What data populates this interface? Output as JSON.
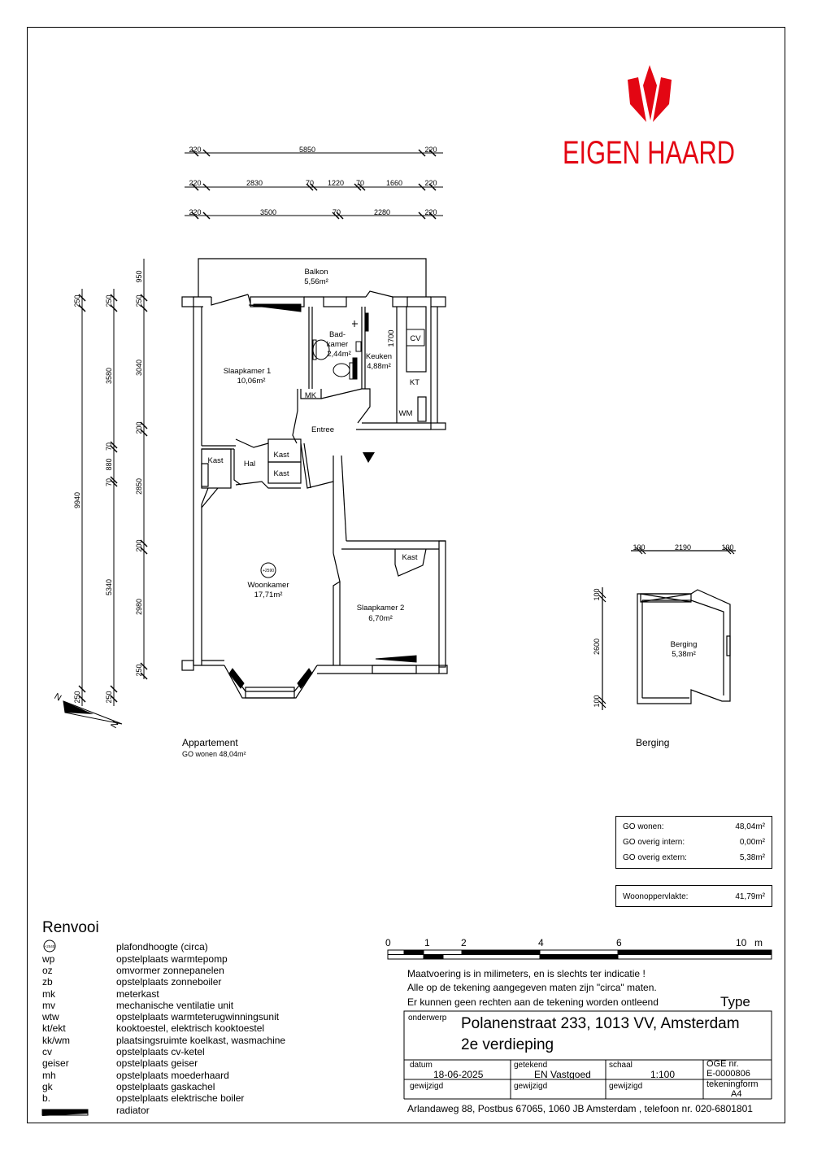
{
  "logo": {
    "text": "EIGEN HAARD",
    "color": "#e30613"
  },
  "dimensions": {
    "top_row1": [
      "220",
      "5850",
      "220"
    ],
    "top_row2": [
      "220",
      "2830",
      "70",
      "1220",
      "70",
      "1660",
      "220"
    ],
    "top_row3": [
      "220",
      "3500",
      "70",
      "2280",
      "220"
    ],
    "left_col1": [
      "250",
      "9940",
      "250"
    ],
    "left_col2": [
      "250",
      "3580",
      "70",
      "880",
      "70",
      "5340",
      "250"
    ],
    "left_col3": [
      "950",
      "250",
      "3040",
      "200",
      "2850",
      "200",
      "2980",
      "250"
    ],
    "kitchen": "1700",
    "berging_top": [
      "100",
      "2190",
      "100"
    ],
    "berging_left": [
      "100",
      "2600",
      "100"
    ]
  },
  "rooms": {
    "balkon": {
      "name": "Balkon",
      "area": "5,56m²"
    },
    "slaapkamer1": {
      "name": "Slaapkamer 1",
      "area": "10,06m²"
    },
    "badkamer": {
      "name1": "Bad-",
      "name2": "kamer",
      "area": "2,44m²"
    },
    "keuken": {
      "name": "Keuken",
      "area": "4,88m²"
    },
    "cv": "CV",
    "kt": "KT",
    "wm": "WM",
    "mk": "MK",
    "entree": "Entree",
    "kast1": "Kast",
    "kast2": "Kast",
    "kast3": "Kast",
    "kast4": "Kast",
    "hal": "Hal",
    "ceiling": "+2590",
    "woonkamer": {
      "name": "Woonkamer",
      "area": "17,71m²"
    },
    "slaapkamer2": {
      "name": "Slaapkamer 2",
      "area": "6,70m²"
    },
    "berging": {
      "name": "Berging",
      "area": "5,38m²"
    }
  },
  "labels": {
    "appartement": "Appartement",
    "go_wonen_line": "GO wonen 48,04m²",
    "berging": "Berging"
  },
  "areas_box": [
    {
      "label": "GO wonen:",
      "value": "48,04m²"
    },
    {
      "label": "GO overig intern:",
      "value": "0,00m²"
    },
    {
      "label": "GO overig extern:",
      "value": "5,38m²"
    }
  ],
  "woonoppervlakte": {
    "label": "Woonoppervlakte:",
    "value": "41,79m²"
  },
  "north": {
    "n1": "N",
    "n2": "N"
  },
  "renvooi": {
    "title": "Renvooi",
    "items": [
      {
        "code": "+2540",
        "desc": "plafondhoogte (circa)",
        "icon": "circle-icon"
      },
      {
        "code": "wp",
        "desc": "opstelplaats warmtepomp"
      },
      {
        "code": "oz",
        "desc": "omvormer zonnepanelen"
      },
      {
        "code": "zb",
        "desc": "opstelplaats zonneboiler"
      },
      {
        "code": "mk",
        "desc": "meterkast"
      },
      {
        "code": "mv",
        "desc": "mechanische ventilatie unit"
      },
      {
        "code": "wtw",
        "desc": "opstelplaats warmteterugwinningsunit"
      },
      {
        "code": "kt/ekt",
        "desc": "kooktoestel, elektrisch kooktoestel"
      },
      {
        "code": "kk/wm",
        "desc": "plaatsingsruimte koelkast, wasmachine"
      },
      {
        "code": "cv",
        "desc": "opstelplaats cv-ketel"
      },
      {
        "code": "geiser",
        "desc": "opstelplaats geiser"
      },
      {
        "code": "mh",
        "desc": "opstelplaats moederhaard"
      },
      {
        "code": "gk",
        "desc": "opstelplaats gaskachel"
      },
      {
        "code": "b.",
        "desc": "opstelplaats elektrische boiler"
      },
      {
        "code": "",
        "desc": "radiator",
        "icon": "radiator-icon"
      }
    ]
  },
  "scale_bar": {
    "ticks": [
      "0",
      "1",
      "2",
      "4",
      "6",
      "10"
    ],
    "unit": "m"
  },
  "notes": [
    "Maatvoering is in milimeters, en is slechts ter indicatie !",
    "Alle op de tekening aangegeven maten zijn \"circa\" maten.",
    "Er kunnen geen rechten aan de tekening worden ontleend"
  ],
  "title_block": {
    "type_label": "Type",
    "onderwerp_label": "onderwerp",
    "address": "Polanenstraat 233, 1013 VV, Amsterdam",
    "floor": "2e verdieping",
    "datum_label": "datum",
    "datum": "18-06-2025",
    "getekend_label": "getekend",
    "getekend": "EN Vastgoed",
    "schaal_label": "schaal",
    "schaal": "1:100",
    "oge_label": "OGE nr.",
    "oge": "E-0000806",
    "gewijzigd1": "gewijzigd",
    "gewijzigd2": "gewijzigd",
    "gewijzigd3": "gewijzigd",
    "tekeningform_label": "tekeningform",
    "tekeningform": "A4",
    "footer": "Arlandaweg 88, Postbus 67065, 1060 JB Amsterdam , telefoon nr. 020-6801801"
  }
}
